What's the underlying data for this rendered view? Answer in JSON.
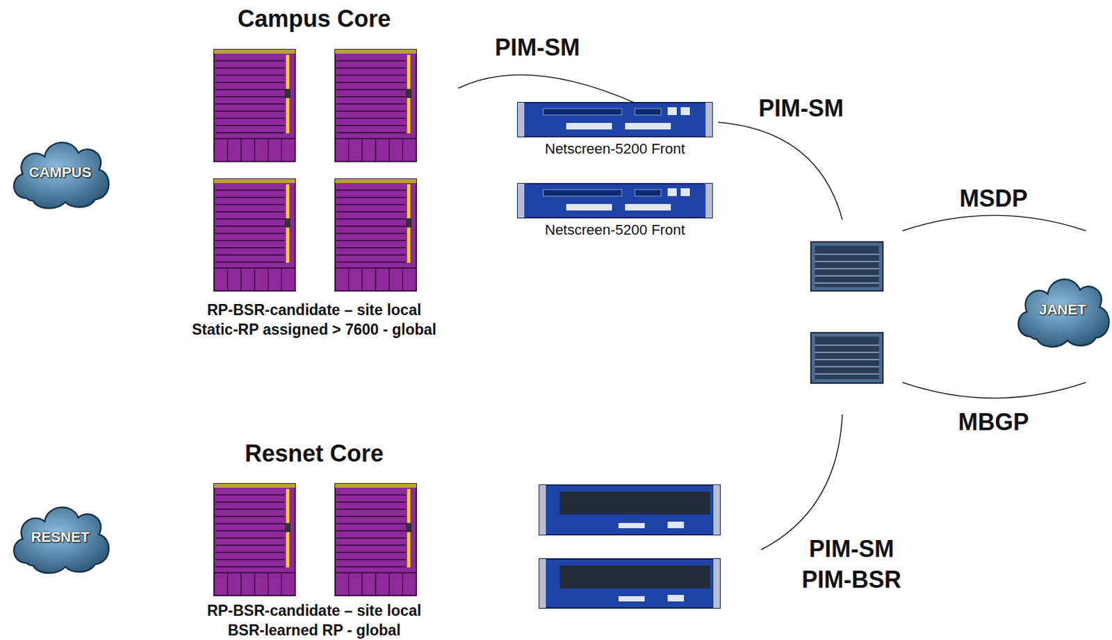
{
  "diagram": {
    "nodes": [
      {
        "text": [
          "CAMPUS"
        ]
      },
      {
        "text": [
          "Campus Core",
          "RP-BSR-candidate – site local",
          "Static-RP assigned > 7600 - global"
        ]
      },
      {
        "text": [
          "Netscreen-5200 Front"
        ]
      },
      {
        "text": [
          "Netscreen-5200 Front"
        ]
      },
      {
        "text": [
          "JANET"
        ]
      },
      {
        "text": [
          "RESNET"
        ]
      },
      {
        "text": [
          "Resnet Core",
          "RP-BSR-candidate – site local",
          "BSR-learned RP - global"
        ]
      }
    ],
    "edges": [
      {
        "from": 1,
        "to": 2,
        "arrow": "none",
        "label": "PIM-SM"
      }
    ],
    "labels": [
      "PIM-SM",
      "MSDP",
      "MBGP",
      "PIM-SM",
      "PIM-BSR"
    ]
  }
}
